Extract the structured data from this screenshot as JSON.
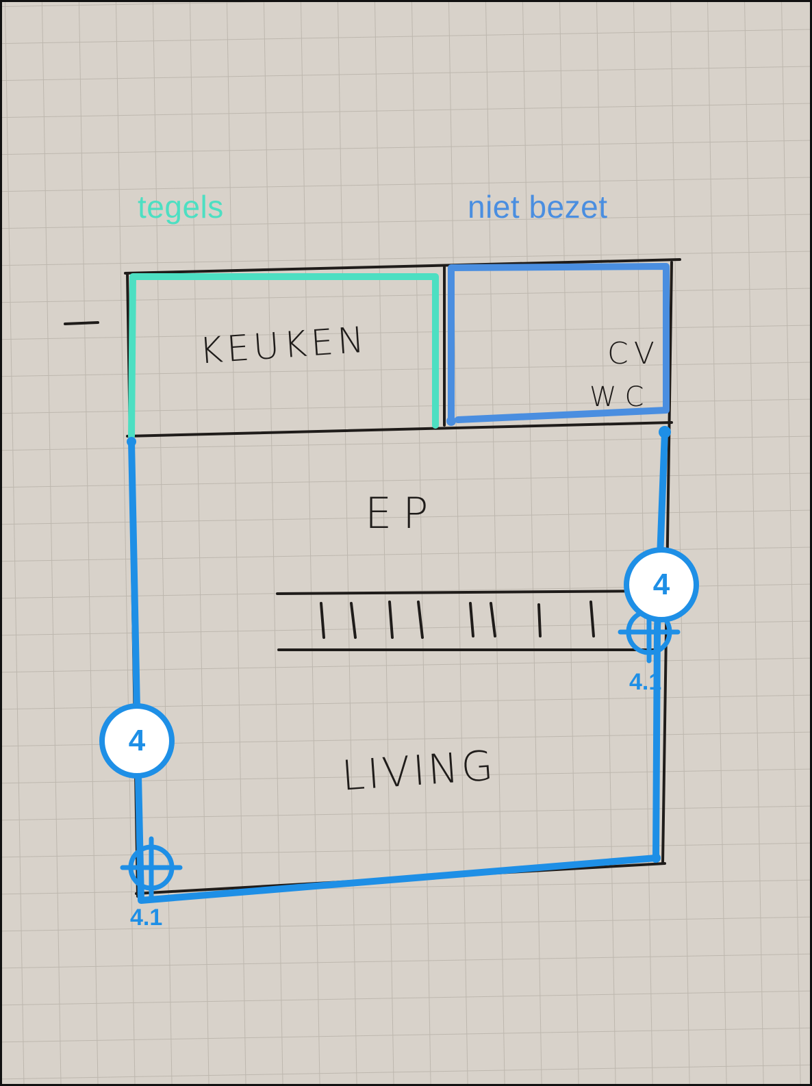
{
  "legend": {
    "tegels": {
      "label": "tegels",
      "color": "#4ddfc2"
    },
    "niet_bezet": {
      "label": "niet bezet",
      "color": "#4a8ee0"
    }
  },
  "rooms": {
    "keuken": "KEUKEN",
    "cv": "CV",
    "wc": "WC",
    "ep": "EP",
    "living": "LIVING"
  },
  "markers": {
    "left": {
      "number": "4",
      "point_label": "4.1"
    },
    "right": {
      "number": "4",
      "point_label": "4.1"
    }
  },
  "colors": {
    "paper": "#d8d2ca",
    "grid": "#bdb7ae",
    "ink": "#1f1c1a",
    "trace": "#1e8fe6"
  }
}
